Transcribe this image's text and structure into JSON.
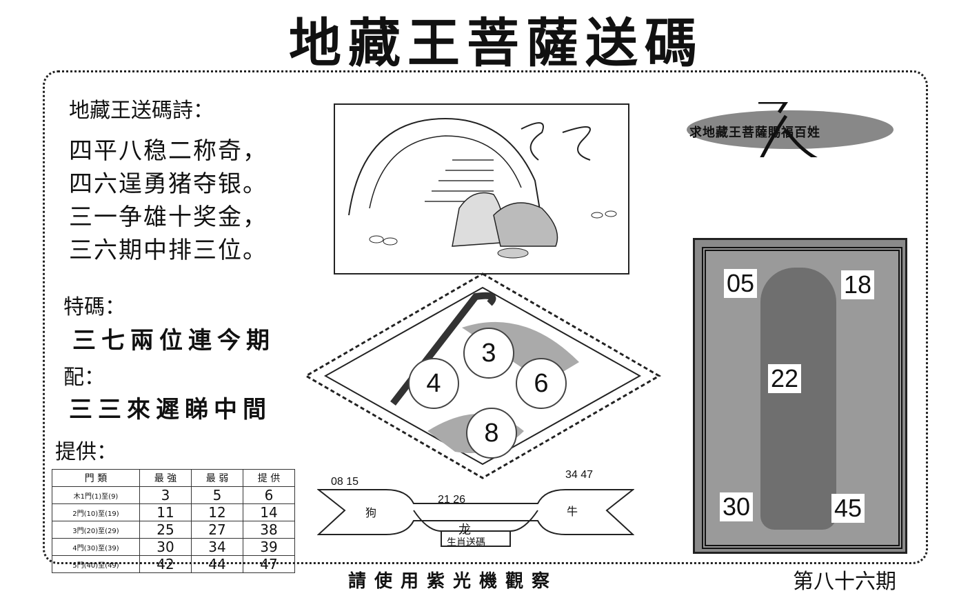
{
  "title": "地藏王菩薩送碼",
  "poem": {
    "heading": "地藏王送碼詩：",
    "lines": [
      "四平八稳二称奇，",
      "四六逞勇猪夺银。",
      "三一争雄十奖金，",
      "三六期中排三位。"
    ]
  },
  "special": {
    "label": "特碼：",
    "text": "三七兩位連今期"
  },
  "pair": {
    "label": "配：",
    "text": "三三來遲睇中間"
  },
  "provide_label": "提供：",
  "seal_text": "求地藏王菩薩賜福百姓",
  "panel_numbers": {
    "top_left": "05",
    "top_right": "18",
    "center": "22",
    "bottom_left": "30",
    "bottom_right": "45"
  },
  "balls": {
    "top": "3",
    "left": "4",
    "right": "6",
    "bottom": "8"
  },
  "zodiac": {
    "left_nums": "08 15",
    "left_animal": "狗",
    "center_nums": "21  26",
    "center_animal": "龙",
    "caption": "生肖送碼",
    "right_nums": "34  47",
    "right_animal": "牛"
  },
  "table": {
    "headers": [
      "門 類",
      "最 強",
      "最 弱",
      "提 供"
    ],
    "rows": [
      {
        "label": "木1門(1)至(9)",
        "cells": [
          "3",
          "5",
          "6"
        ]
      },
      {
        "label": "2門(10)至(19)",
        "cells": [
          "11",
          "12",
          "14"
        ]
      },
      {
        "label": "3門(20)至(29)",
        "cells": [
          "25",
          "27",
          "38"
        ]
      },
      {
        "label": "4門(30)至(39)",
        "cells": [
          "30",
          "34",
          "39"
        ]
      },
      {
        "label": "5門(40)至(49)",
        "cells": [
          "42",
          "44",
          "47"
        ]
      }
    ]
  },
  "footer": "請使用紫光機觀察",
  "issue": "第八十六期"
}
